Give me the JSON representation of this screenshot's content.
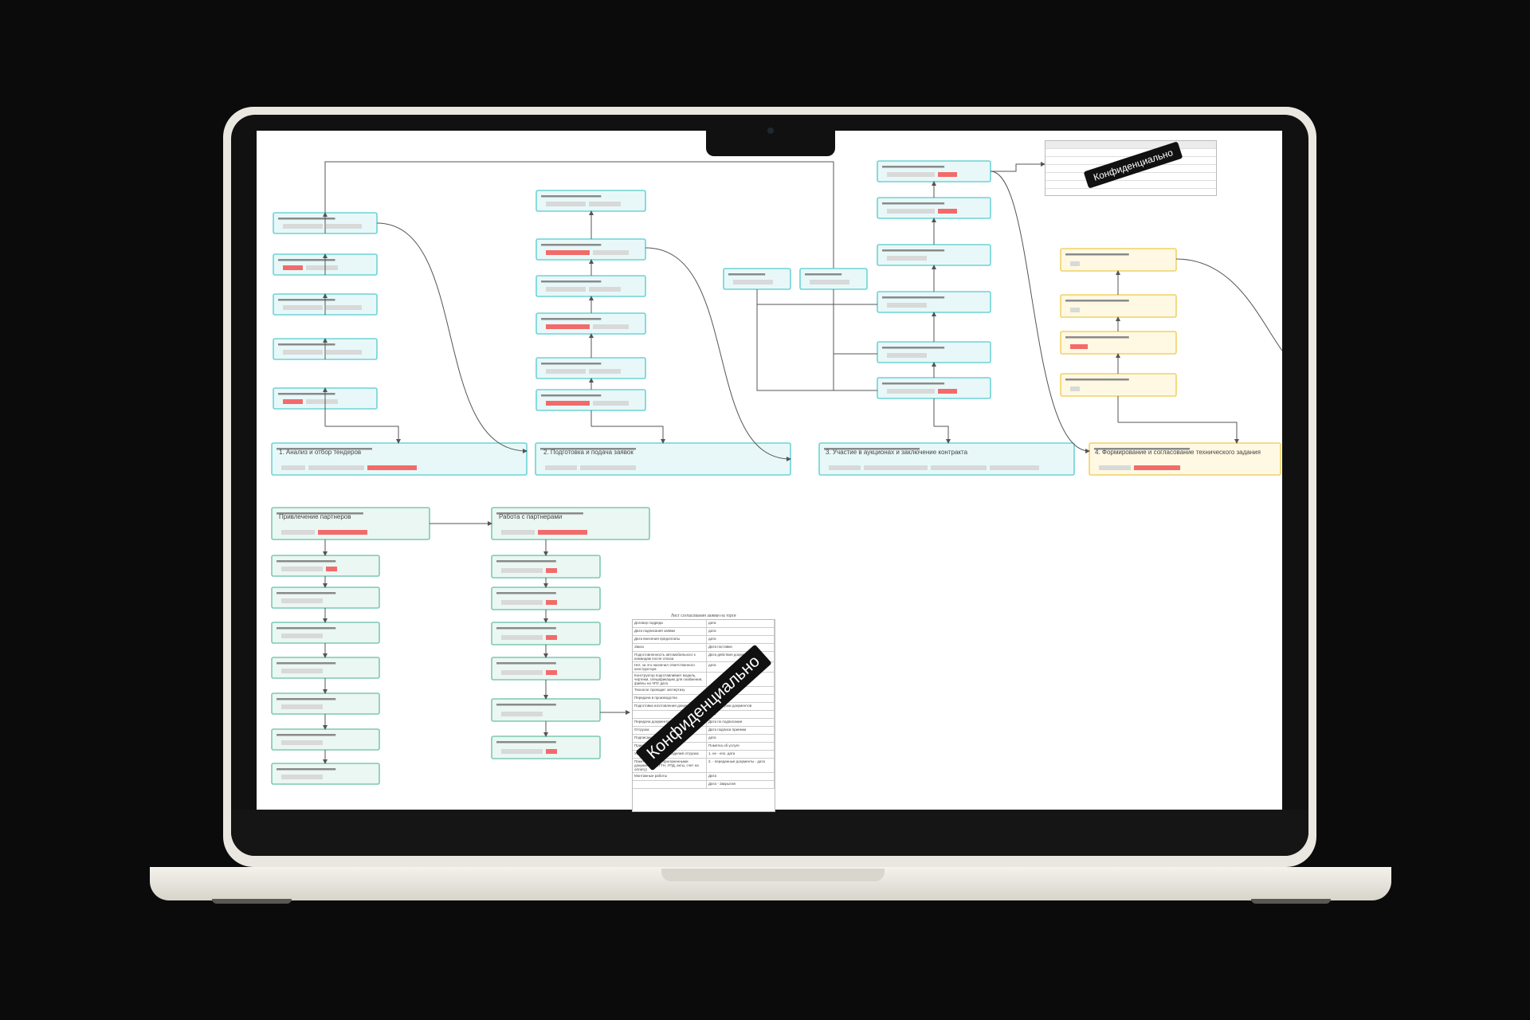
{
  "colors": {
    "teal_stroke": "#6ed3d6",
    "teal_fill": "#e8f8f8",
    "green_stroke": "#7dc9b5",
    "green_fill": "#eaf7f2",
    "yellow_stroke": "#f0d267",
    "yellow_fill": "#fff8e3",
    "red_bar": "#f26b6b",
    "gray_bar": "#d9d9d9"
  },
  "phases": [
    {
      "label": "1. Анализ и отбор тендеров"
    },
    {
      "label": "2. Подготовка и подача заявок"
    },
    {
      "label": "3. Участие в аукционах и заключение контракта"
    },
    {
      "label": "4. Формирование и согласование технического задания"
    }
  ],
  "partner_section": {
    "attract_label": "Привлечение партнеров",
    "work_label": "Работа с партнерами"
  },
  "stamps": {
    "top": "Конфиденциально",
    "bottom": "Конфиденциально"
  },
  "doc_table": {
    "title": "Лист согласования заявки на торги",
    "rows": [
      [
        "Договор подряда",
        "дата"
      ],
      [
        "Дата подписания заявки",
        "дата"
      ],
      [
        "Дата внесения предоплаты",
        "дата"
      ],
      [
        "Заказ",
        "Дата поставки"
      ],
      [
        "Подготовленность автомобильного к командам после отказа",
        "Дата действия документов"
      ],
      [
        "Нет, за это назначил ответственного конструктора",
        "дата"
      ],
      [
        "Конструктор подготавливает модель, чертежи, спецификацию для снабжения, файлы на ЧПУ дата",
        ""
      ],
      [
        "Технолог проводит экспертизу",
        "дата"
      ],
      [
        "Передача в производство",
        "Дата отгрузки"
      ],
      [
        "Подготовка изготовления документов",
        "Дата отгрузки документов"
      ],
      [
        "",
        "дата"
      ],
      [
        "Передача документации",
        "Дата по подписании"
      ],
      [
        "Отгрузка",
        "Дата подписи приемки"
      ],
      [
        "Подписание документов",
        "дата"
      ],
      [
        "Приемка заказчиком",
        "Пометка об услуге"
      ],
      [
        "Установка и наладка изделий отгрузка",
        "1. не - ens. дата"
      ],
      [
        "Пакет машины с приложенными документами (ТТН, УПД, акты, счет на оплату)",
        "2. - переданные документы - дата"
      ],
      [
        "Монтажные работы",
        "Дата"
      ],
      [
        "",
        "Дата - Закрытия"
      ]
    ]
  }
}
